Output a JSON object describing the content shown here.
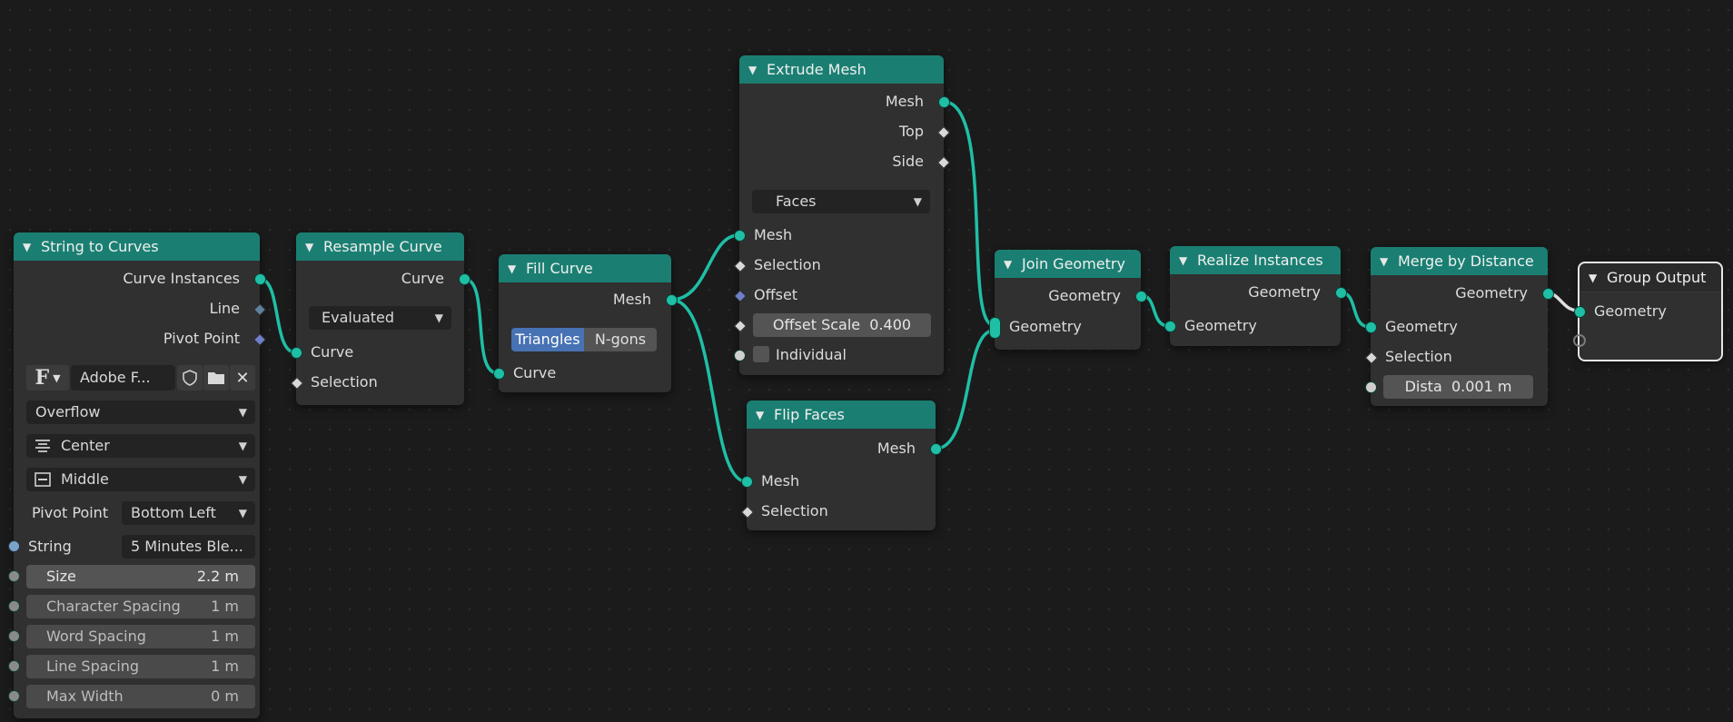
{
  "string_to_curves": {
    "title": "String to Curves",
    "out_curve_instances": "Curve Instances",
    "out_line": "Line",
    "out_pivot_point": "Pivot Point",
    "font_glyph": "F",
    "font_name": "Adobe F...",
    "overflow": "Overflow",
    "align_x": "Center",
    "align_y": "Middle",
    "pivot_label": "Pivot Point",
    "pivot_value": "Bottom Left",
    "string_label": "String",
    "string_value": "5 Minutes Ble...",
    "size_label": "Size",
    "size_value": "2.2 m",
    "char_spacing_label": "Character Spacing",
    "char_spacing_value": "1 m",
    "word_spacing_label": "Word Spacing",
    "word_spacing_value": "1 m",
    "line_spacing_label": "Line Spacing",
    "line_spacing_value": "1 m",
    "max_width_label": "Max Width",
    "max_width_value": "0 m"
  },
  "resample_curve": {
    "title": "Resample Curve",
    "out_curve": "Curve",
    "mode": "Evaluated",
    "in_curve": "Curve",
    "in_selection": "Selection"
  },
  "fill_curve": {
    "title": "Fill Curve",
    "out_mesh": "Mesh",
    "mode_triangles": "Triangles",
    "mode_ngons": "N-gons",
    "in_curve": "Curve"
  },
  "extrude_mesh": {
    "title": "Extrude Mesh",
    "out_mesh": "Mesh",
    "out_top": "Top",
    "out_side": "Side",
    "mode": "Faces",
    "in_mesh": "Mesh",
    "in_selection": "Selection",
    "in_offset": "Offset",
    "offset_scale_label": "Offset Scale",
    "offset_scale_value": "0.400",
    "individual_label": "Individual"
  },
  "flip_faces": {
    "title": "Flip Faces",
    "out_mesh": "Mesh",
    "in_mesh": "Mesh",
    "in_selection": "Selection"
  },
  "join_geometry": {
    "title": "Join Geometry",
    "out_geometry": "Geometry",
    "in_geometry": "Geometry"
  },
  "realize_instances": {
    "title": "Realize Instances",
    "out_geometry": "Geometry",
    "in_geometry": "Geometry"
  },
  "merge_by_distance": {
    "title": "Merge by Distance",
    "out_geometry": "Geometry",
    "in_geometry": "Geometry",
    "in_selection": "Selection",
    "distance_label": "Dista",
    "distance_value": "0.001 m"
  },
  "group_output": {
    "title": "Group Output",
    "in_geometry": "Geometry"
  },
  "colors": {
    "header_geometry": "#1a7f72",
    "socket_geometry": "#1fbfa5",
    "node_body": "#303030",
    "wire": "#1fbfa5",
    "background": "#1b1b1b"
  }
}
